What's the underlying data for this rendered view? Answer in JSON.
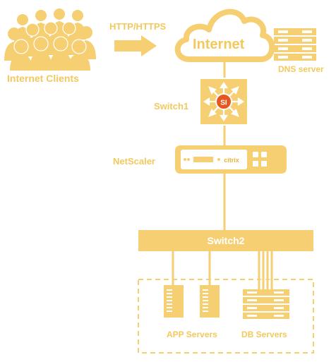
{
  "colors": {
    "primary": "#f6cf73",
    "primary_dark": "#e9b64a",
    "light_fill": "#fbe2a6",
    "accent_red": "#e8561f",
    "background": "#ffffff",
    "text": "#f3c95d"
  },
  "clients": {
    "label": "Internet Clients",
    "icon": "people-group-icon"
  },
  "protocol": {
    "label": "HTTP/HTTPS",
    "icon": "arrow-right-icon"
  },
  "internet": {
    "label": "Internet",
    "icon": "cloud-icon"
  },
  "dns": {
    "label": "DNS server",
    "icon": "server-rack-icon"
  },
  "switch1": {
    "label": "Switch1",
    "badge": "SI",
    "icon": "switch-icon"
  },
  "netscaler": {
    "label": "NetScaler",
    "brand": "citrix",
    "icon": "appliance-icon"
  },
  "switch2": {
    "label": "Switch2"
  },
  "app_servers": {
    "label": "APP Servers",
    "icon": "tower-server-icon"
  },
  "db_servers": {
    "label": "DB Servers",
    "icon": "rack-server-icon"
  }
}
